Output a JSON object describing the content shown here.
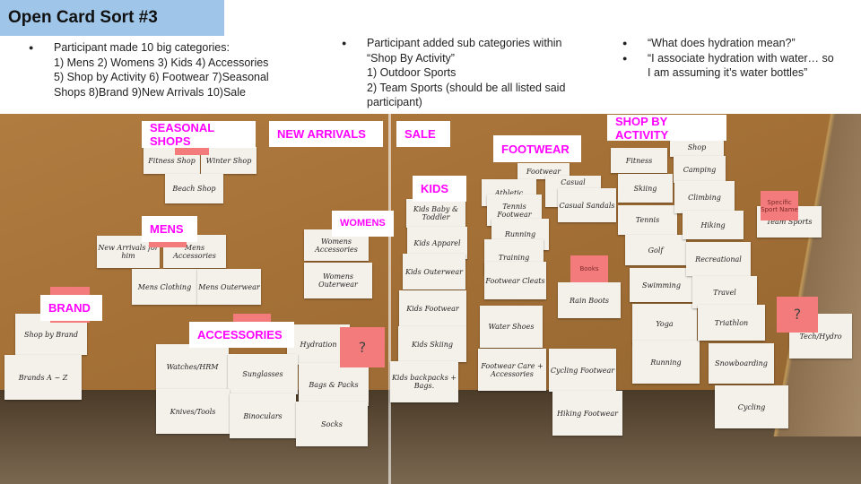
{
  "slide": {
    "title": "Open Card Sort #3",
    "notes_left": [
      "Participant made 10 big categories:\n1) Mens  2) Womens  3) Kids  4) Accessories\n5) Shop by Activity  6) Footwear  7)Seasonal\nShops  8)Brand  9)New Arrivals 10)Sale"
    ],
    "notes_middle": [
      "Participant added sub categories within\n“Shop By Activity”\n1) Outdoor Sports\n2) Team Sports (should be all listed said\nparticipant)"
    ],
    "notes_right": [
      "“What does hydration mean?”",
      "“I associate hydration with water… so\nI am assuming it’s water bottles”"
    ]
  },
  "photo": {
    "category_labels": [
      "SEASONAL SHOPS",
      "NEW ARRIVALS",
      "SALE",
      "FOOTWEAR",
      "SHOP BY ACTIVITY",
      "KIDS",
      "MENS",
      "WOMENS",
      "BRAND",
      "ACCESSORIES"
    ],
    "cards": [
      "Fitness Shop",
      "Winter Shop",
      "Beach Shop",
      "New Arrivals for him",
      "Mens Accessories",
      "Mens Clothing",
      "Mens Outerwear",
      "Womens Accessories",
      "Womens Outerwear",
      "Shop by Brand",
      "Brands A ~ Z",
      "Hydration",
      "Watches/HRM",
      "Sunglasses",
      "Bags & Packs",
      "Knives/Tools",
      "Binoculars",
      "Socks",
      "Kids Baby & Toddler",
      "Kids Apparel",
      "Kids Outerwear",
      "Kids Footwear",
      "Kids Skiing",
      "Kids backpacks + Bags.",
      "Footwear",
      "Athletic",
      "Tennis Footwear",
      "Running",
      "Training",
      "Footwear Cleats",
      "Casual",
      "Casual Sandals",
      "Rain Boots",
      "Water Shoes",
      "Footwear Care + Accessories",
      "Cycling Footwear",
      "Hiking Footwear",
      "Fitness",
      "Skiing",
      "Tennis",
      "Golf",
      "Swimming",
      "Yoga",
      "Running",
      "Shop",
      "Camping",
      "Climbing",
      "Hiking",
      "Recreational",
      "Travel",
      "Triathlon",
      "Snowboarding",
      "Cycling",
      "Team Sports",
      "Tech/Hydro"
    ],
    "stickies": [
      "?",
      "Books",
      "Specific Sport Name",
      "?"
    ],
    "sticky_color": "#f47b7b",
    "label_color": "#ff00ff"
  }
}
